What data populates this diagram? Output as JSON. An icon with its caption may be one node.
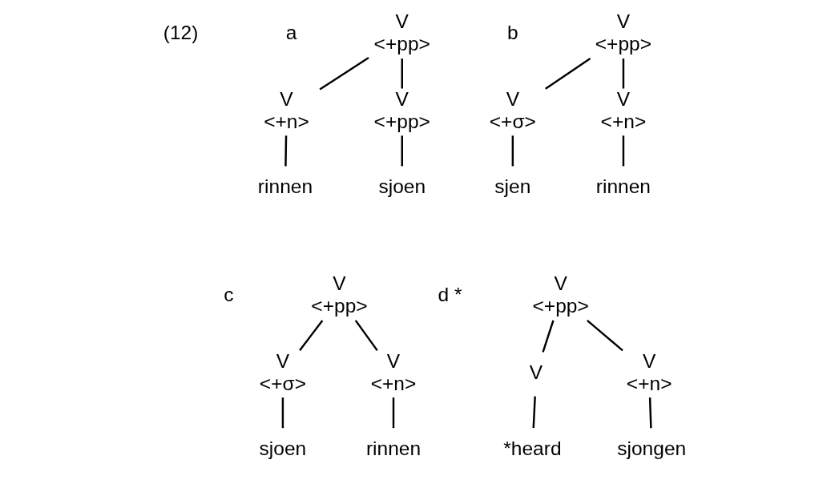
{
  "diagram": {
    "nodes": [
      {
        "text": [
          "V",
          "<+pp>"
        ]
      },
      {
        "text": [
          "V",
          "<+n>"
        ]
      },
      {
        "text": [
          "rinnen"
        ]
      },
      {
        "text": [
          "V",
          "<+pp>"
        ]
      },
      {
        "text": [
          "sjoen"
        ]
      },
      {
        "text": [
          "V",
          "<+pp>"
        ]
      },
      {
        "text": [
          "V",
          "<+σ>"
        ]
      },
      {
        "text": [
          "sjen"
        ]
      },
      {
        "text": [
          "V",
          "<+n>"
        ]
      },
      {
        "text": [
          "rinnen"
        ]
      },
      {
        "text": [
          "V",
          "<+pp>"
        ]
      },
      {
        "text": [
          "V",
          "<+σ>"
        ]
      },
      {
        "text": [
          "sjoen"
        ]
      },
      {
        "text": [
          "V",
          "<+n>"
        ]
      },
      {
        "text": [
          "rinnen"
        ]
      },
      {
        "text": [
          "V",
          "<+pp>"
        ]
      },
      {
        "text": [
          "V"
        ]
      },
      {
        "text": [
          "*heard"
        ]
      },
      {
        "text": [
          "V",
          "<+n>"
        ]
      },
      {
        "text": [
          "sjongen"
        ]
      }
    ],
    "edges": [
      {
        "from": 0,
        "to": 1,
        "arrow": "none"
      },
      {
        "from": 0,
        "to": 3,
        "arrow": "none"
      },
      {
        "from": 1,
        "to": 2,
        "arrow": "none"
      },
      {
        "from": 3,
        "to": 4,
        "arrow": "none"
      },
      {
        "from": 5,
        "to": 6,
        "arrow": "none"
      },
      {
        "from": 5,
        "to": 8,
        "arrow": "none"
      },
      {
        "from": 6,
        "to": 7,
        "arrow": "none"
      },
      {
        "from": 8,
        "to": 9,
        "arrow": "none"
      },
      {
        "from": 10,
        "to": 11,
        "arrow": "none"
      },
      {
        "from": 10,
        "to": 13,
        "arrow": "none"
      },
      {
        "from": 11,
        "to": 12,
        "arrow": "none"
      },
      {
        "from": 13,
        "to": 14,
        "arrow": "none"
      },
      {
        "from": 15,
        "to": 16,
        "arrow": "none"
      },
      {
        "from": 15,
        "to": 18,
        "arrow": "none"
      },
      {
        "from": 16,
        "to": 17,
        "arrow": "none"
      },
      {
        "from": 18,
        "to": 19,
        "arrow": "none"
      }
    ],
    "labels": [
      "(12)",
      "a",
      "b",
      "c",
      "d *"
    ]
  }
}
